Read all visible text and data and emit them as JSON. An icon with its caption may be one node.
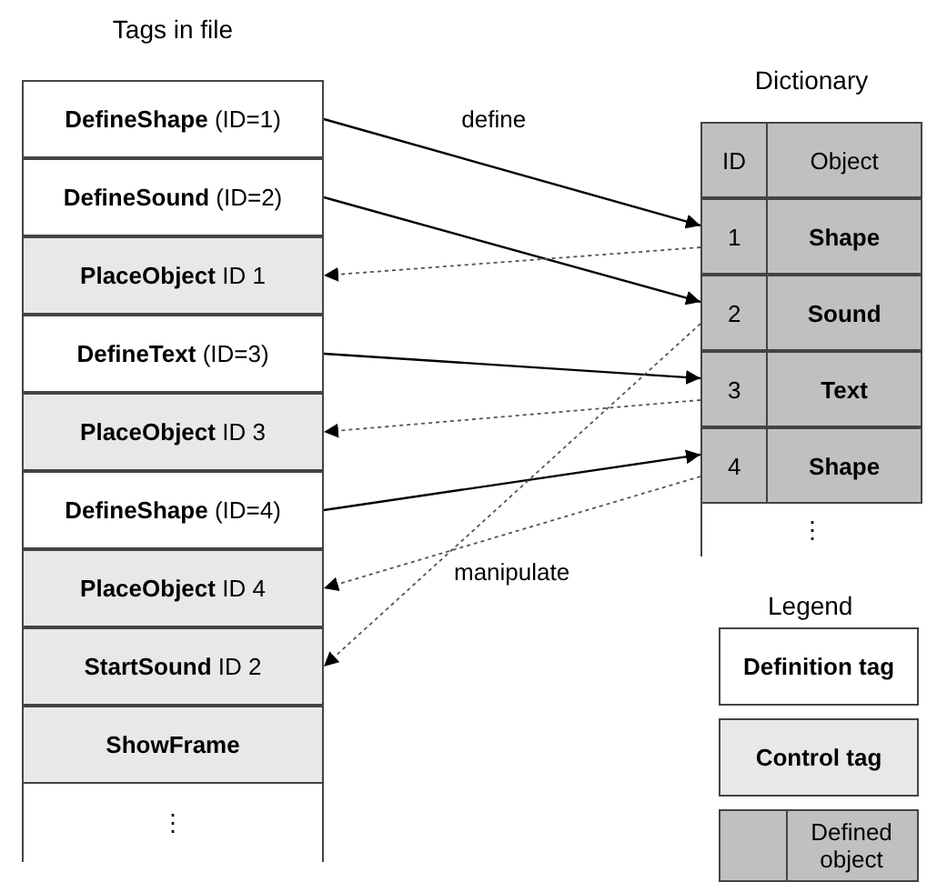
{
  "diagram": {
    "nodes": [
      {
        "text": [
          "Tags in file"
        ]
      },
      {
        "text": [
          "**DefineShape** (ID=1)"
        ],
        "in": 0
      },
      {
        "text": [
          "**DefineSound** (ID=2)"
        ],
        "in": 0
      },
      {
        "text": [
          "**PlaceObject** ID 1"
        ],
        "in": 0
      },
      {
        "text": [
          "**DefineText** (ID=3)"
        ],
        "in": 0
      },
      {
        "text": [
          "**PlaceObject** ID 3"
        ],
        "in": 0
      },
      {
        "text": [
          "**DefineShape** (ID=4)"
        ],
        "in": 0
      },
      {
        "text": [
          "**PlaceObject** ID 4"
        ],
        "in": 0
      },
      {
        "text": [
          "**StartSound** ID 2"
        ],
        "in": 0
      },
      {
        "text": [
          "ShowFrame"
        ],
        "in": 0
      },
      {
        "text": [
          "⋮"
        ],
        "in": 0
      },
      {
        "text": [
          "Dictionary"
        ]
      },
      {
        "text": [
          "ID",
          "Object"
        ],
        "in": 11
      },
      {
        "text": [
          "1",
          "Shape"
        ],
        "in": 11
      },
      {
        "text": [
          "2",
          "Sound"
        ],
        "in": 11
      },
      {
        "text": [
          "3",
          "Text"
        ],
        "in": 11
      },
      {
        "text": [
          "4",
          "Shape"
        ],
        "in": 11
      },
      {
        "text": [
          "⋮"
        ],
        "in": 11
      }
    ],
    "edges": [
      {
        "from": 1,
        "to": 13,
        "arrow": "to",
        "label": "define"
      },
      {
        "from": 2,
        "to": 14,
        "arrow": "to"
      },
      {
        "from": 13,
        "to": 3,
        "arrow": "to",
        "style": "dashed"
      },
      {
        "from": 4,
        "to": 15,
        "arrow": "to"
      },
      {
        "from": 15,
        "to": 5,
        "arrow": "to",
        "style": "dashed"
      },
      {
        "from": 6,
        "to": 16,
        "arrow": "to"
      },
      {
        "from": 16,
        "to": 7,
        "arrow": "to",
        "style": "dashed",
        "label": "manipulate"
      },
      {
        "from": 14,
        "to": 8,
        "arrow": "to",
        "style": "dashed"
      }
    ],
    "labels": [
      "Legend"
    ],
    "legend": [
      {
        "text": "Definition tag",
        "color": "#ffffff"
      },
      {
        "text": "Control tag",
        "color": "#e8e8e8"
      },
      {
        "text": "Defined object",
        "color": "#c0c0c0"
      }
    ]
  }
}
